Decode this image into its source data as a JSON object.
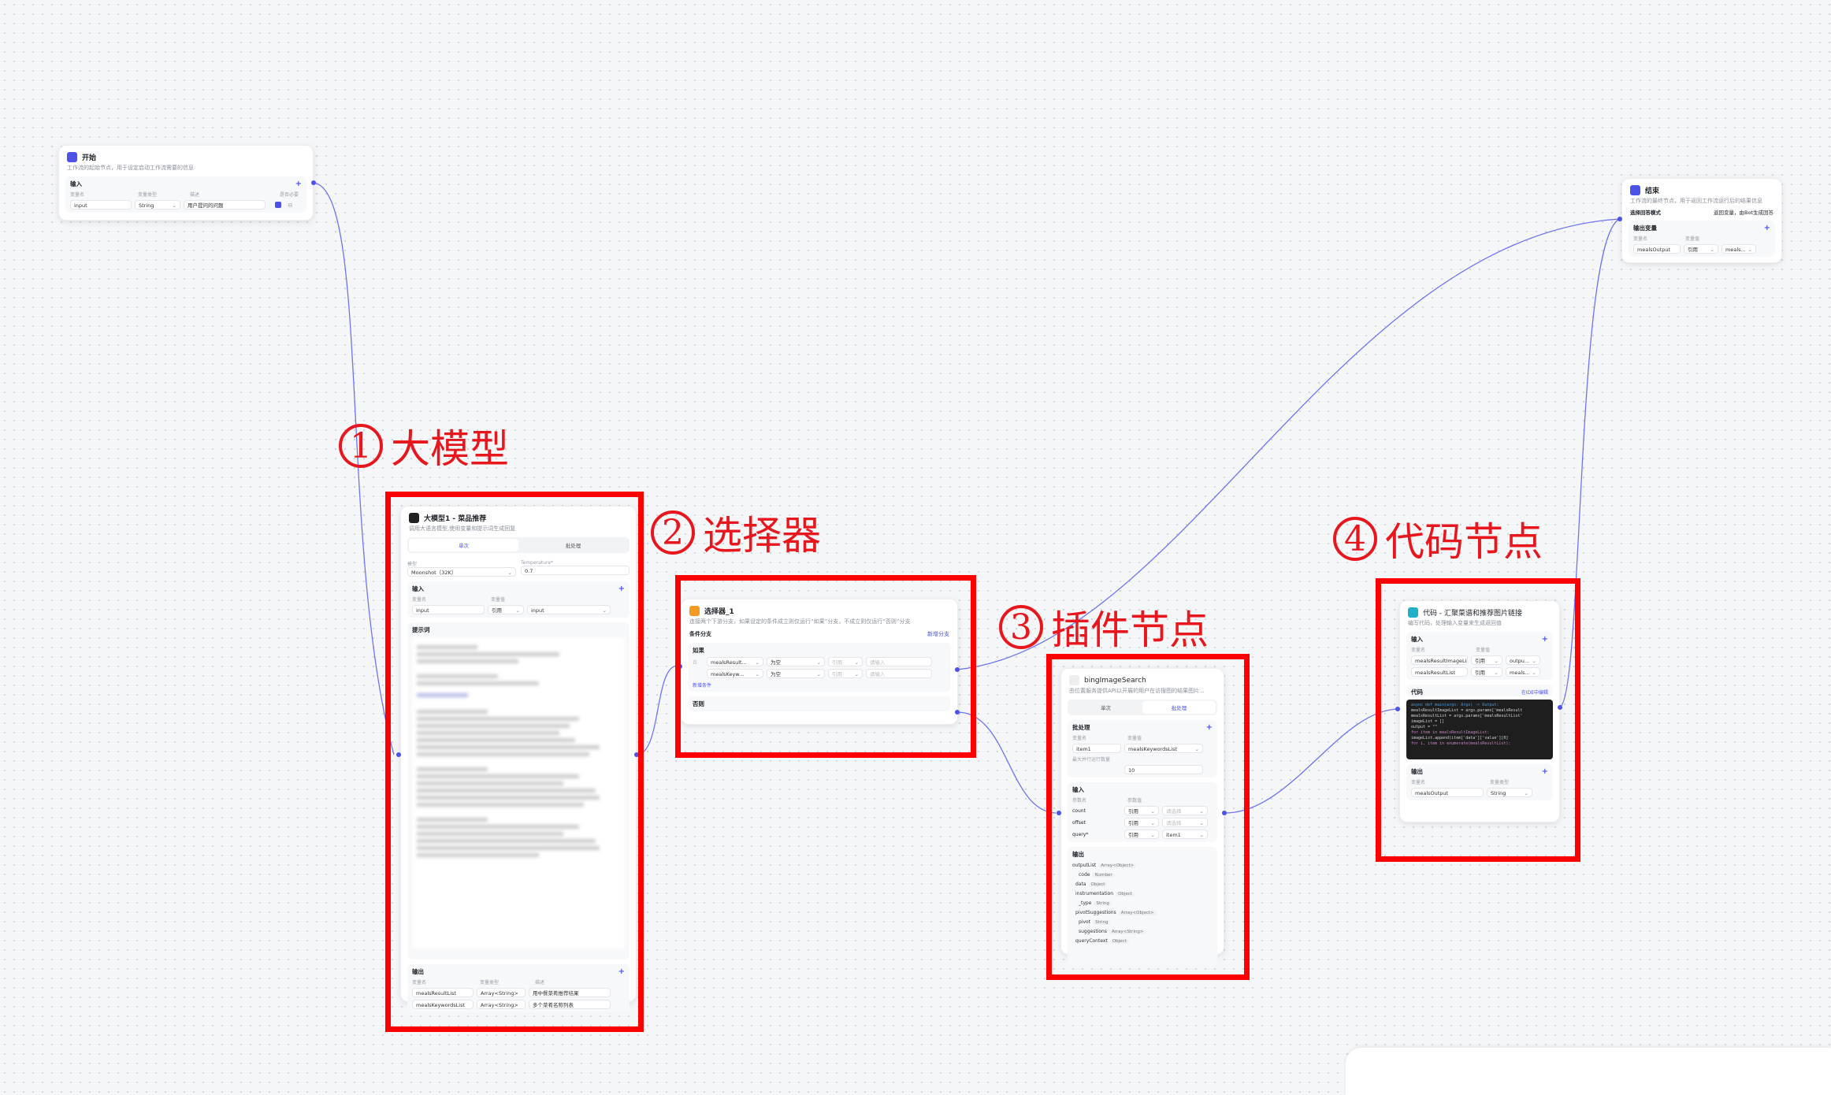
{
  "start": {
    "title": "开始",
    "desc": "工作流的起始节点，用于设定启动工作流需要的信息",
    "section": "输入",
    "cols": [
      "变量名",
      "变量类型",
      "描述",
      "是否必要"
    ],
    "row": {
      "name": "input",
      "type": "String",
      "desc": "用户提问的问题"
    }
  },
  "end": {
    "title": "结束",
    "desc": "工作流的最终节点，用于返回工作流运行后的结果信息",
    "mode_label": "选择回答模式",
    "mode_value": "返回变量，由Bot生成回答",
    "section": "输出变量",
    "cols": [
      "变量名",
      "变量值"
    ],
    "row": {
      "name": "mealsOutput",
      "ref": "引用",
      "val": "meals..."
    }
  },
  "llm": {
    "title": "大模型1 - 菜品推荐",
    "desc": "调用大语言模型,使用变量和提示词生成回复",
    "tabs": [
      "单次",
      "批处理"
    ],
    "model_label": "模型",
    "model_value": "Moonshot（32K）",
    "temp_label": "Temperature*",
    "temp_value": "0.7",
    "input_section": "输入",
    "input_cols": [
      "变量名",
      "变量值"
    ],
    "input_row": {
      "name": "input",
      "ref": "引用",
      "val": "input"
    },
    "prompt_section": "提示词",
    "output_section": "输出",
    "output_cols": [
      "变量名",
      "变量类型",
      "描述"
    ],
    "outputs": [
      {
        "name": "mealsResultList",
        "type": "Array<String>",
        "desc": "用中餐菜肴推荐结果"
      },
      {
        "name": "mealsKeywordsList",
        "type": "Array<String>",
        "desc": "多个菜肴名称列表"
      }
    ]
  },
  "selector": {
    "title": "选择器_1",
    "desc": "连接两个下游分支，如果设定的条件成立则仅运行“如果”分支，不成立则仅运行“否则”分支",
    "branch_label": "条件分支",
    "add_label": "新增分支",
    "if_label": "如果",
    "else_label": "否则",
    "add_cond": "新增条件",
    "and_label": "且",
    "conds": [
      {
        "var": "mealsResult...",
        "op": "为空",
        "ref": "引用",
        "val": "请输入"
      },
      {
        "var": "mealsKeyw...",
        "op": "为空",
        "ref": "引用",
        "val": "请输入"
      }
    ]
  },
  "plugin": {
    "title": "bingImageSearch",
    "desc": "由位置服务提供API以开展的用户在访搜图的结果图片...",
    "tabs": [
      "单次",
      "批处理"
    ],
    "batch_section": "批处理",
    "batch_cols": [
      "变量名",
      "变量值"
    ],
    "batch_row": {
      "name": "item1",
      "val": "mealsKeywordsList"
    },
    "batch_max_label": "最大并行运行数量",
    "batch_max": "10",
    "input_section": "输入",
    "input_cols": [
      "参数名",
      "参数值"
    ],
    "inputs": [
      {
        "name": "count",
        "ref": "引用",
        "val": "请选择"
      },
      {
        "name": "offset",
        "ref": "引用",
        "val": "请选择"
      },
      {
        "name": "query*",
        "ref": "引用",
        "val": "item1"
      }
    ],
    "output_section": "输出",
    "outputs": [
      {
        "name": "outputList",
        "type": "Array<Object>"
      },
      {
        "name": "code",
        "type": "Number"
      },
      {
        "name": "data",
        "type": "Object"
      },
      {
        "name": "instrumentation",
        "type": "Object"
      },
      {
        "name": "_type",
        "type": "String"
      },
      {
        "name": "pivotSuggestions",
        "type": "Array<Object>"
      },
      {
        "name": "pivot",
        "type": "String"
      },
      {
        "name": "suggestions",
        "type": "Array<String>"
      },
      {
        "name": "queryContext",
        "type": "Object"
      }
    ]
  },
  "codeNode": {
    "title": "代码 - 汇聚菜谱和推荐图片链接",
    "desc": "编写代码，处理输入变量来生成返回值",
    "input_section": "输入",
    "input_cols": [
      "变量名",
      "变量值"
    ],
    "inputs": [
      {
        "name": "mealsResultImageList",
        "ref": "引用",
        "val": "outpu..."
      },
      {
        "name": "mealsResultList",
        "ref": "引用",
        "val": "meals..."
      }
    ],
    "code_section": "代码",
    "ide_label": "在IDE中编辑",
    "code_lines": [
      "async def main(args: Args) -> Output:",
      "    mealsResultImageList = args.params['mealsResult",
      "    mealsResultList = args.params['mealsResultList'",
      "    imageList = []",
      "",
      "    output = \"\"",
      "    for item in mealsResultImageList:",
      "        imageList.append(item['data']['value'][0]",
      "",
      "    for i, item in enumerate(mealsResultList):"
    ],
    "output_section": "输出",
    "output_cols": [
      "变量名",
      "变量类型"
    ],
    "output_row": {
      "name": "mealsOutput",
      "type": "String"
    }
  },
  "annotations": [
    {
      "num": "1",
      "text": "大模型"
    },
    {
      "num": "2",
      "text": "选择器"
    },
    {
      "num": "3",
      "text": "插件节点"
    },
    {
      "num": "4",
      "text": "代码节点"
    }
  ],
  "colors": {
    "accent": "#4d53e8",
    "annotation": "#ff0000"
  }
}
